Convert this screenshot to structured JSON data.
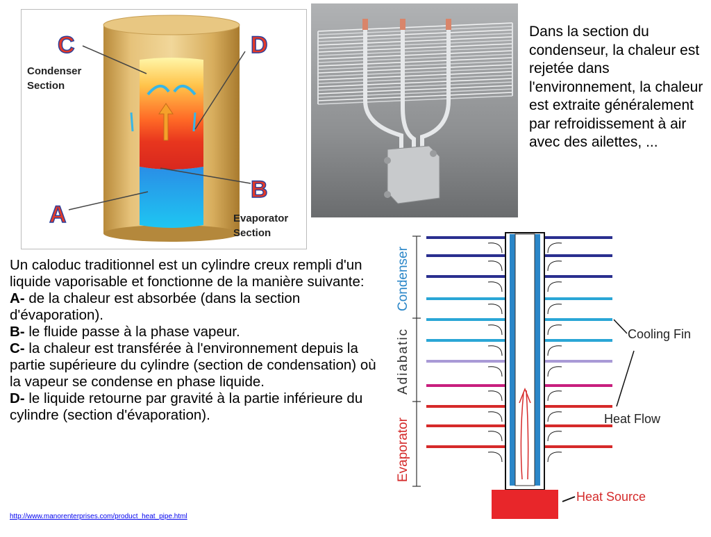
{
  "cylinder_figure": {
    "label_c": "C",
    "label_d": "D",
    "label_a": "A",
    "label_b": "B",
    "condenser_line1": "Condenser",
    "condenser_line2": "Section",
    "evaporator_line1": "Evaporator",
    "evaporator_line2": "Section"
  },
  "right_text": "Dans la section du condenseur, la chaleur est rejetée dans l'environnement, la chaleur est extraite généralement par refroidissement à air avec des ailettes, ...",
  "main_text": {
    "intro": "Un caloduc traditionnel est un cylindre creux rempli d'un liquide vaporisable et fonctionne de la manière suivante:",
    "a_key": "A-",
    "a_text": " de la chaleur est absorbée (dans la section d'évaporation).",
    "b_key": "B-",
    "b_text": " le fluide passe à la phase vapeur.",
    "c_key": "C-",
    "c_text": " la chaleur est transférée à l'environnement depuis la partie supérieure du cylindre (section de condensation) où la vapeur se condense en phase liquide.",
    "d_key": "D-",
    "d_text": " le liquide retourne par gravité à la partie inférieure du cylindre (section d'évaporation)."
  },
  "source_link": "http://www.manorenterprises.com/product_heat_pipe.html",
  "heatpipe_figure": {
    "condenser": "Condenser",
    "adiabatic": "Adiabatic",
    "evaporator": "Evaporator",
    "cooling_fin": "Cooling Fin",
    "heat_flow": "Heat Flow",
    "heat_source": "Heat Source"
  },
  "colors": {
    "condenser_fin_dark": "#2a2f8f",
    "condenser_fin_light": "#2aa6d6",
    "adiabatic_fin_lilac": "#a99ad6",
    "adiabatic_fin_magenta": "#c81f7e",
    "evaporator_fin": "#d62a2a",
    "heat_source": "#e8262a",
    "label_blue": "#2a86c8",
    "label_red": "#d42a2a",
    "letter_red": "#e23a2a",
    "letter_blue": "#2a3f9c"
  }
}
